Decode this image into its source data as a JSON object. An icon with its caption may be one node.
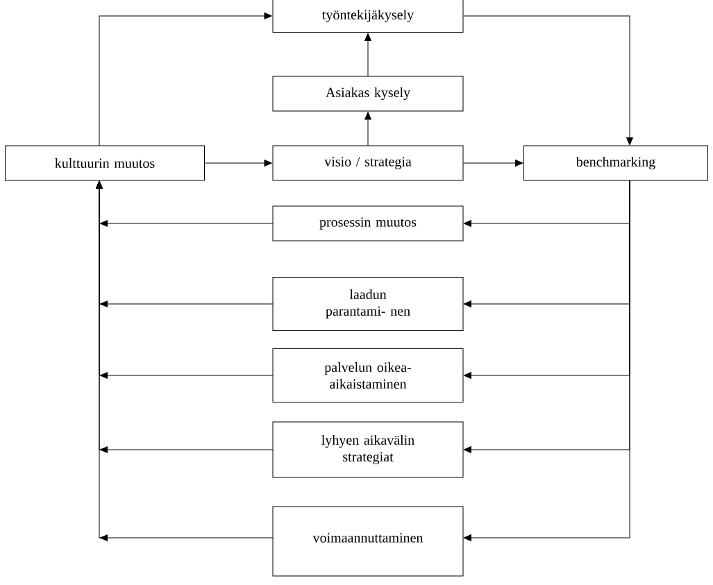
{
  "diagram": {
    "nodes": [
      {
        "text": [
          "työntekijäkysely"
        ]
      },
      {
        "text": [
          "Asiakas kysely"
        ]
      },
      {
        "text": [
          "kulttuurin muutos"
        ]
      },
      {
        "text": [
          "visio / strategia"
        ]
      },
      {
        "text": [
          "benchmarking"
        ]
      },
      {
        "text": [
          "prosessin muutos"
        ]
      },
      {
        "text": [
          "laadun parantami- nen"
        ]
      },
      {
        "text": [
          "palvelun oikea-aikaistaminen"
        ]
      },
      {
        "text": [
          "lyhyen aikavälin strategiat"
        ]
      },
      {
        "text": [
          "voimaannuttaminen"
        ]
      }
    ],
    "edges": [
      {
        "from": 2,
        "to": 0,
        "arrow": "to"
      },
      {
        "from": 0,
        "to": 4,
        "arrow": "to"
      },
      {
        "from": 1,
        "to": 0,
        "arrow": "to"
      },
      {
        "from": 3,
        "to": 1,
        "arrow": "to"
      },
      {
        "from": 2,
        "to": 3,
        "arrow": "to"
      },
      {
        "from": 3,
        "to": 4,
        "arrow": "to"
      },
      {
        "from": 4,
        "to": 5,
        "arrow": "to"
      },
      {
        "from": 4,
        "to": 6,
        "arrow": "to"
      },
      {
        "from": 4,
        "to": 7,
        "arrow": "to"
      },
      {
        "from": 4,
        "to": 8,
        "arrow": "to"
      },
      {
        "from": 4,
        "to": 9,
        "arrow": "to"
      },
      {
        "from": 5,
        "to": 2,
        "arrow": "to"
      },
      {
        "from": 6,
        "to": 2,
        "arrow": "to"
      },
      {
        "from": 7,
        "to": 2,
        "arrow": "to"
      },
      {
        "from": 8,
        "to": 2,
        "arrow": "to"
      },
      {
        "from": 9,
        "to": 2,
        "arrow": "to"
      }
    ]
  }
}
